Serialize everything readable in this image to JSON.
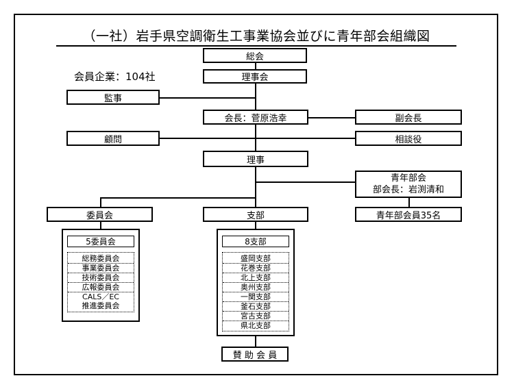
{
  "title": "（一社）岩手県空調衛生工事業協会並びに青年部会組織図",
  "member_count": "会員企業：104社",
  "nodes": {
    "general_meeting": "総会",
    "board": "理事会",
    "auditor": "監事",
    "president": "会長：菅原浩幸",
    "vice_president": "副会長",
    "advisor": "顧問",
    "counselor": "相談役",
    "directors": "理事",
    "youth_division_title": "青年部会",
    "youth_division_head": "部会長：岩渕清和",
    "youth_members": "青年部会員35名",
    "committees": "委員会",
    "branches": "支部",
    "supporting_members": "賛 助 会 員"
  },
  "committee_panel": {
    "heading": "5委員会",
    "items": [
      "総務委員会",
      "事業委員会",
      "技術委員会",
      "広報委員会",
      "CALS／EC",
      "推進委員会"
    ]
  },
  "branch_panel": {
    "heading": "8支部",
    "items": [
      "盛岡支部",
      "花巻支部",
      "北上支部",
      "奥州支部",
      "一関支部",
      "釜石支部",
      "宮古支部",
      "県北支部"
    ]
  }
}
